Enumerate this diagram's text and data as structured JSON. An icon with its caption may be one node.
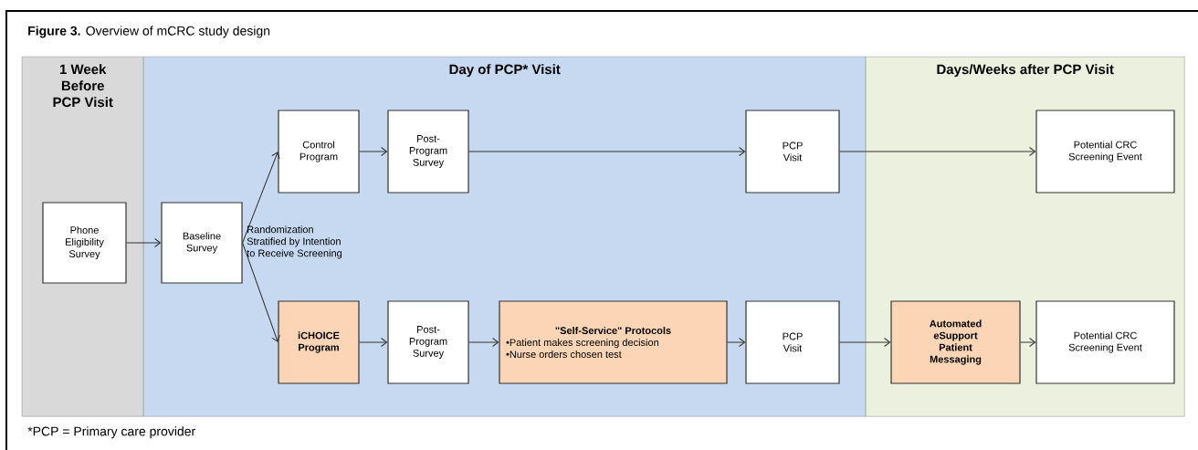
{
  "diagram": {
    "title": "**Figure 3.** Overview of mCRC study design",
    "nodes": [
      {
        "text": [
          "1 Week Before PCP Visit"
        ]
      },
      {
        "text": [
          "Day of PCP* Visit"
        ]
      },
      {
        "text": [
          "Days/Weeks after PCP Visit"
        ]
      },
      {
        "text": [
          "Phone Eligibility Survey"
        ],
        "in": 0
      },
      {
        "text": [
          "Baseline Survey"
        ],
        "in": 1
      },
      {
        "text": [
          "Control Program"
        ],
        "in": 1
      },
      {
        "text": [
          "Post-Program Survey"
        ],
        "in": 1
      },
      {
        "text": [
          "PCP Visit"
        ],
        "in": 1
      },
      {
        "text": [
          "Potential CRC Screening Event"
        ],
        "in": 2
      },
      {
        "text": [
          "iCHOICE Program"
        ],
        "in": 1
      },
      {
        "text": [
          "Post-Program Survey"
        ],
        "in": 1
      },
      {
        "text": [
          "\"Self-Service\" Protocols",
          "•Patient makes screening decision",
          "•Nurse orders  chosen test"
        ],
        "in": 1
      },
      {
        "text": [
          "PCP Visit"
        ],
        "in": 1
      },
      {
        "text": [
          "Automated eSupport Patient Messaging"
        ],
        "in": 2
      },
      {
        "text": [
          "Potential CRC Screening Event"
        ],
        "in": 2
      }
    ],
    "edges": [
      {
        "from": 3,
        "to": 4,
        "arrow": "to"
      },
      {
        "from": 4,
        "to": 5,
        "arrow": "to"
      },
      {
        "from": 4,
        "to": 9,
        "arrow": "to"
      },
      {
        "from": 5,
        "to": 6,
        "arrow": "to"
      },
      {
        "from": 6,
        "to": 7,
        "arrow": "to"
      },
      {
        "from": 7,
        "to": 8,
        "arrow": "to"
      },
      {
        "from": 9,
        "to": 10,
        "arrow": "to"
      },
      {
        "from": 10,
        "to": 11,
        "arrow": "to"
      },
      {
        "from": 11,
        "to": 12,
        "arrow": "to"
      },
      {
        "from": 12,
        "to": 13,
        "arrow": "to"
      },
      {
        "from": 13,
        "to": 14,
        "arrow": "to"
      }
    ],
    "labels": [
      "Randomization Stratified by Intention to Receive Screening",
      "*PCP = Primary care provider"
    ]
  }
}
